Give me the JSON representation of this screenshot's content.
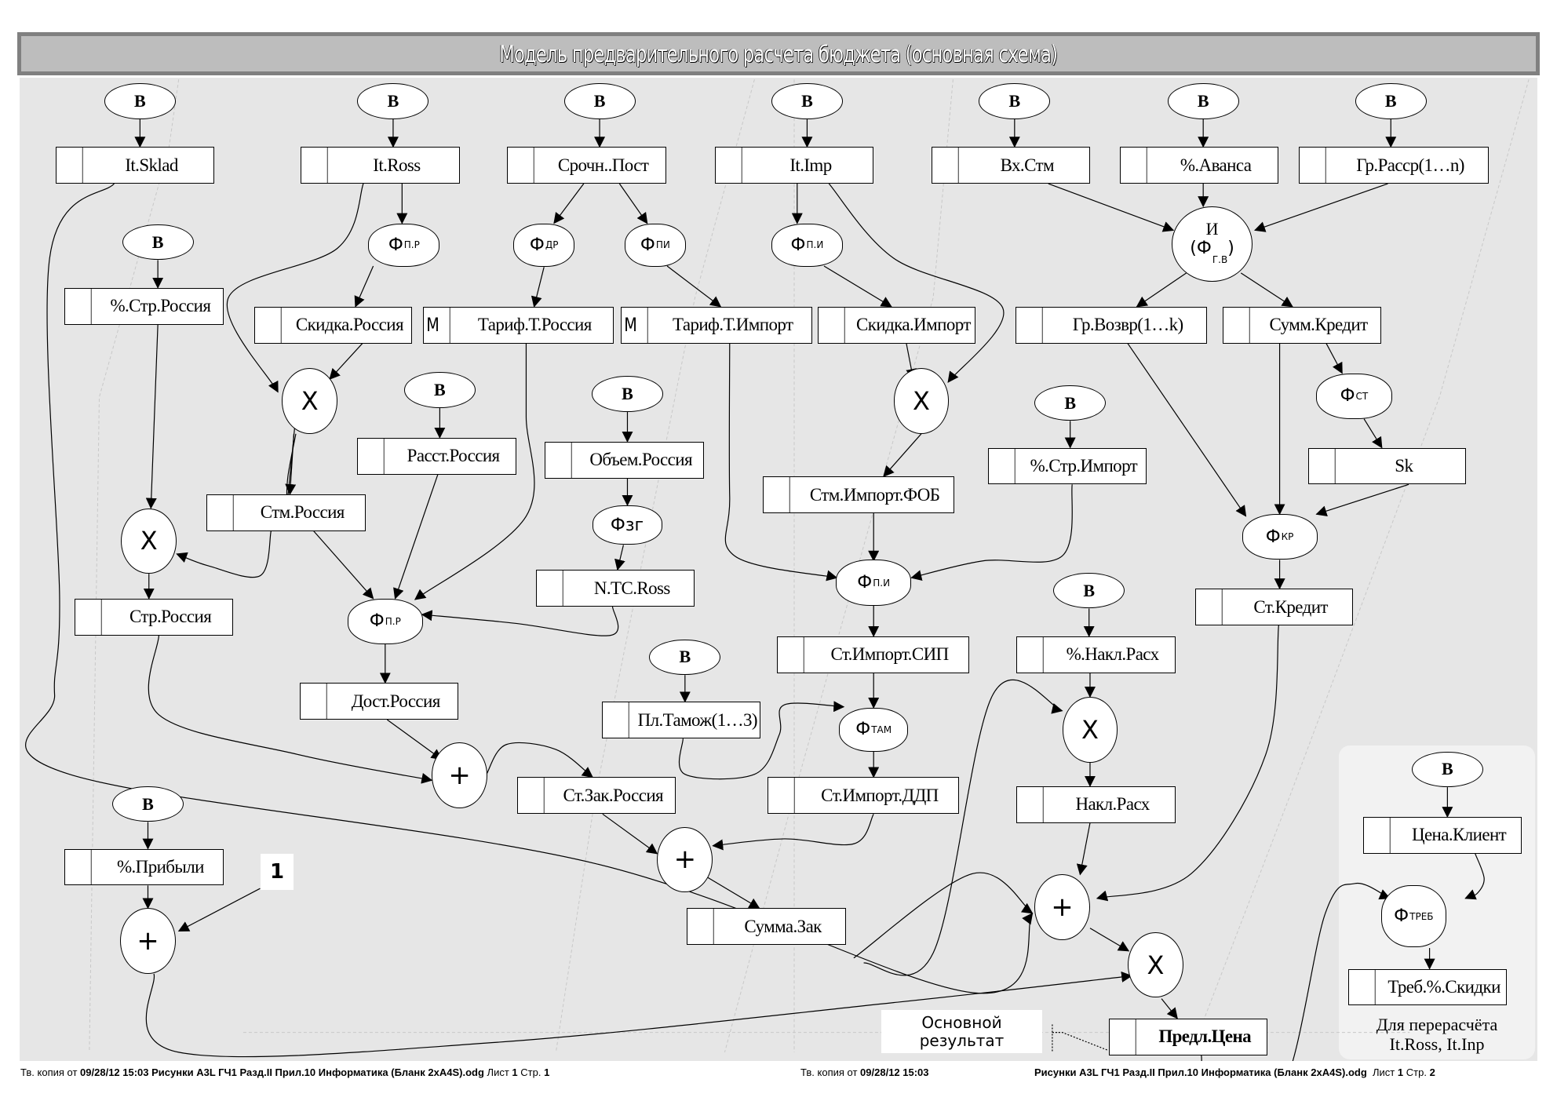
{
  "title": "Модель предварительного расчета бюджета (основная схема)",
  "source_node_label": "В",
  "nodes": {
    "b1": "В",
    "b2": "В",
    "b3": "В",
    "b4": "В",
    "b5": "В",
    "b6": "В",
    "b7": "В",
    "b_str_ross": "В",
    "b_rasst": "В",
    "b_obem": "В",
    "b_str_imp": "В",
    "b_tamozh": "В",
    "b_nakl": "В",
    "b_prib": "В",
    "b_cena": "В",
    "f_pr1": {
      "main": "Ф",
      "sub": "П.Р"
    },
    "f_dr": {
      "main": "Ф",
      "sub": "ДР"
    },
    "f_pi": {
      "main": "Ф",
      "sub": "ПИ"
    },
    "f_pi2": {
      "main": "Ф",
      "sub": "П.И"
    },
    "ig": {
      "main": "И",
      "fmain": "(Ф",
      "sub": "Г.В",
      "close": ")"
    },
    "f_st": {
      "main": "Ф",
      "sub": "СТ"
    },
    "f_kr": {
      "main": "Ф",
      "sub": "КР"
    },
    "f_zg": {
      "main": "Фзг",
      "sub": ""
    },
    "f_pr2": {
      "main": "Ф",
      "sub": "П.Р"
    },
    "f_pi3": {
      "main": "Ф",
      "sub": "П.И"
    },
    "f_tam": {
      "main": "Ф",
      "sub": "ТАМ"
    },
    "f_treb": {
      "main": "Ф",
      "sub": "ТРЕБ"
    },
    "x1": "X",
    "x2": "X",
    "x3": "X",
    "x4": "X",
    "x5": "X",
    "p1": "+",
    "p2": "+",
    "p3": "+",
    "p4": "+"
  },
  "boxes": {
    "it_sklad": {
      "label": "It.Sklad",
      "marker": ""
    },
    "it_ross": {
      "label": "It.Ross",
      "marker": ""
    },
    "sroch_post": {
      "label": "Срочн..Пост",
      "marker": ""
    },
    "it_imp": {
      "label": "It.Imp",
      "marker": ""
    },
    "vx_stm": {
      "label": "Вх.Стм",
      "marker": ""
    },
    "avansa": {
      "label": "%.Аванса",
      "marker": ""
    },
    "gr_rassr": {
      "label": "Гр.Расср(1…n)",
      "marker": ""
    },
    "str_rossia_pct": {
      "label": "%.Стр.Россия",
      "marker": ""
    },
    "skidka_ross": {
      "label": "Скидка.Россия",
      "marker": ""
    },
    "tarif_ross": {
      "label": "Тариф.Т.Россия",
      "marker": "M"
    },
    "tarif_imp": {
      "label": "Тариф.Т.Импорт",
      "marker": "M"
    },
    "skidka_imp": {
      "label": "Скидка.Импорт",
      "marker": ""
    },
    "gr_vozvr": {
      "label": "Гр.Возвр(1…k)",
      "marker": ""
    },
    "summ_kredit": {
      "label": "Сумм.Кредит",
      "marker": ""
    },
    "rasst_ross": {
      "label": "Расст.Россия",
      "marker": ""
    },
    "obem_ross": {
      "label": "Объем.Россия",
      "marker": ""
    },
    "str_imp_pct": {
      "label": "%.Стр.Импорт",
      "marker": ""
    },
    "sk": {
      "label": "Sk",
      "marker": ""
    },
    "stm_ross": {
      "label": "Стм.Россия",
      "marker": ""
    },
    "stm_imp_fob": {
      "label": "Стм.Импорт.ФОБ",
      "marker": ""
    },
    "str_ross": {
      "label": "Стр.Россия",
      "marker": ""
    },
    "ntc_ross": {
      "label": "N.TC.Ross",
      "marker": ""
    },
    "st_kredit": {
      "label": "Ст.Кредит",
      "marker": ""
    },
    "st_imp_sip": {
      "label": "Ст.Импорт.СИП",
      "marker": ""
    },
    "nakl_pct": {
      "label": "%.Накл.Расх",
      "marker": ""
    },
    "dost_ross": {
      "label": "Дост.Россия",
      "marker": ""
    },
    "pl_tamozh": {
      "label": "Пл.Тамож(1…3)",
      "marker": ""
    },
    "st_zak_ross": {
      "label": "Ст.Зак.Россия",
      "marker": ""
    },
    "st_imp_ddp": {
      "label": "Ст.Импорт.ДДП",
      "marker": ""
    },
    "nakl_rasx": {
      "label": "Накл.Расх",
      "marker": ""
    },
    "cena_klient": {
      "label": "Цена.Клиент",
      "marker": ""
    },
    "pribyli_pct": {
      "label": "%.Прибыли",
      "marker": ""
    },
    "summa_zak": {
      "label": "Сумма.Зак",
      "marker": ""
    },
    "treb_skidki": {
      "label": "Треб.%.Скидки",
      "marker": ""
    },
    "predl_cena": {
      "label": "Предл.Цена",
      "marker": ""
    }
  },
  "constant_one": "1",
  "main_result_label": "Основной результат",
  "side_note": {
    "line1": "Для перерасчёта",
    "line2": "It.Ross, It.Inp"
  },
  "footer": {
    "left_prefix": "Тв. копия от",
    "left_date": "09/28/12  15:03 Рисунки А3L ГЧ1 Разд.II Прил.10 Информатика (Бланк 2xA4S).odg",
    "left_sheet": "Лист",
    "left_sheet_num": "1",
    "left_page": "Стр.",
    "left_page_num": "1",
    "mid_prefix": "Тв. копия от",
    "mid_date": "09/28/12  15:03",
    "right_file": "Рисунки А3L ГЧ1 Разд.II Прил.10 Информатика (Бланк 2xA4S).odg",
    "right_sheet": "Лист",
    "right_sheet_num": "1",
    "right_page": "Стр.",
    "right_page_num": "2"
  }
}
